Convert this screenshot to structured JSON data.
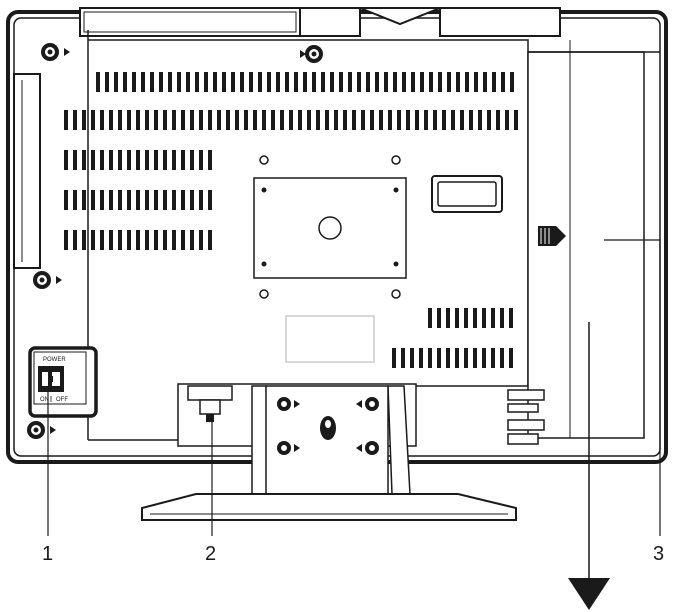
{
  "diagram": {
    "callouts": [
      {
        "id": "callout-1",
        "number": "1"
      },
      {
        "id": "callout-2",
        "number": "2"
      },
      {
        "id": "callout-3",
        "number": "3"
      }
    ],
    "power_switch": {
      "title": "POWER",
      "on_label": "ON",
      "off_label": "OFF"
    },
    "colors": {
      "line": "#1a1a1a",
      "panel_fill": "#ffffff",
      "vent_fill": "#1a1a1a",
      "faint_outline": "#cccccc"
    }
  }
}
